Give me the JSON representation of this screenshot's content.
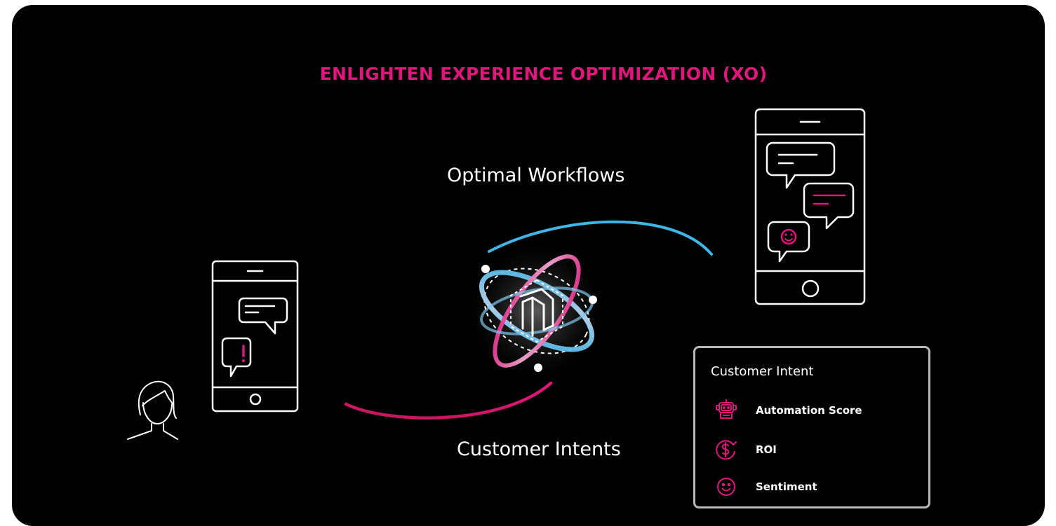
{
  "title": "ENLIGHTEN EXPERIENCE OPTIMIZATION (XO)",
  "labels": {
    "top_flow": "Optimal Workflows",
    "bottom_flow": "Customer Intents"
  },
  "intent_panel": {
    "title": "Customer Intent",
    "items": [
      {
        "label": "Automation Score",
        "icon": "robot-icon"
      },
      {
        "label": "ROI",
        "icon": "dollar-refresh-icon"
      },
      {
        "label": "Sentiment",
        "icon": "smiley-icon"
      }
    ]
  },
  "colors": {
    "accent_pink": "#e0167d",
    "accent_blue": "#3fb6e8",
    "background": "#000000",
    "line_white": "#ffffff"
  },
  "icons": [
    "person-icon",
    "phone-icon",
    "chat-bubble-icon",
    "alert-bubble-icon",
    "smiley-bubble-icon",
    "cube-logo-icon"
  ]
}
